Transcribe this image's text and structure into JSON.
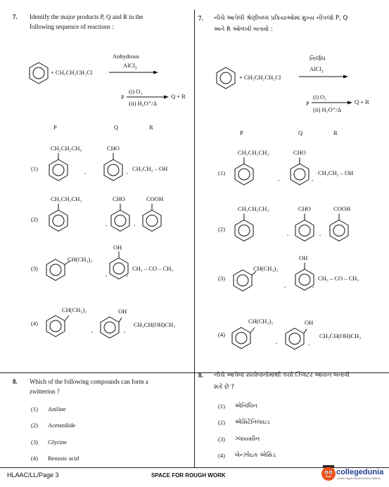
{
  "q7": {
    "number": "7.",
    "en_line1": "Identify the major products P, Q and R in the",
    "en_line2": "following sequence of reactions :",
    "gu_line1": "નીચે આપેલી શ્રેણીબધ્ધ પ્રક્રિયાઓમાં મુખ્ય નીપજો P, Q",
    "gu_line2": "અને R ઓળખી બતાવો :",
    "reagent_en": "Anhydrous",
    "reagent_gu": "નિર્જલ",
    "alcl3": "AlCl",
    "alcl3_sub": "3",
    "benzene_plus": "+ CH₃CH₂CH₂Cl",
    "p": "P",
    "step1": "(i) O₂",
    "step2": "(ii) H₃O⁺/Δ",
    "qr": "Q + R",
    "headers": [
      "P",
      "Q",
      "R"
    ],
    "options": [
      {
        "num": "(1)",
        "p_sub": "CH₂CH₂CH₃",
        "q_sub": "CHO",
        "r": "CH₃CH₂ – OH"
      },
      {
        "num": "(2)",
        "p_sub": "CH₂CH₂CH₃",
        "q_sub": "CHO",
        "r_sub": "COOH"
      },
      {
        "num": "(3)",
        "p_sub": "CH(CH₃)₂",
        "q_sub": "OH",
        "r": "CH₃ – CO – CH₃"
      },
      {
        "num": "(4)",
        "p_sub": "CH(CH₃)₂",
        "q_sub": "OH",
        "r": "CH₃CH(OH)CH₃"
      }
    ],
    "comma": ","
  },
  "q8": {
    "number": "8.",
    "en_line1": "Which of the following compounds can form a",
    "en_line2": "zwitterion ?",
    "gu_line1": "નીચે આપેલા સંયોજનોમાંથી કયો ઝ્વિટર આયન બનાવી",
    "gu_line2": "શકે છે ?",
    "options_en": [
      {
        "num": "(1)",
        "text": "Aniline"
      },
      {
        "num": "(2)",
        "text": "Acetanilide"
      },
      {
        "num": "(3)",
        "text": "Glycine"
      },
      {
        "num": "(4)",
        "text": "Benzoic acid"
      }
    ],
    "options_gu": [
      {
        "num": "(1)",
        "text": "એનિલિન"
      },
      {
        "num": "(2)",
        "text": "એસિટેનિલાઇડ"
      },
      {
        "num": "(3)",
        "text": "ગ્લાયસીન"
      },
      {
        "num": "(4)",
        "text": "બેન્ઝોઇક એસિડ"
      }
    ]
  },
  "footer": {
    "page": "HLAAC/LL/Page 3",
    "rough": "SPACE FOR ROUGH WORK",
    "logo": "collegedunia",
    "logo_tag": "India's largest Student Review Platform"
  }
}
